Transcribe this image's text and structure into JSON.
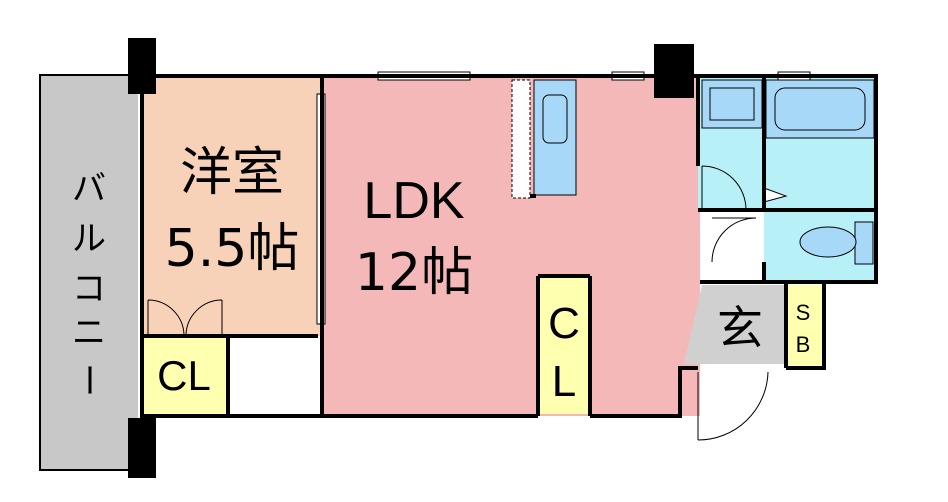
{
  "colors": {
    "wall": "#000000",
    "balcony": "#c8c8c8",
    "western_room": "#f8d2b8",
    "ldk": "#f5b8b8",
    "closet": "#ffffb0",
    "wet_area": "#b8f0f8",
    "fixture": "#a8d8f8",
    "entrance": "#d0d0d0"
  },
  "rooms": {
    "balcony": {
      "chars": [
        "バ",
        "ル",
        "コ",
        "ニ",
        "ー"
      ]
    },
    "western": {
      "line1": "洋室",
      "line2": "5.5帖"
    },
    "ldk": {
      "line1": "LDK",
      "line2": "12帖"
    },
    "closet_west": {
      "label": "CL"
    },
    "closet_ldk": {
      "line1": "C",
      "line2": "L"
    },
    "entrance": {
      "label": "玄"
    },
    "shoe_box": {
      "line1": "S",
      "line2": "B"
    }
  }
}
